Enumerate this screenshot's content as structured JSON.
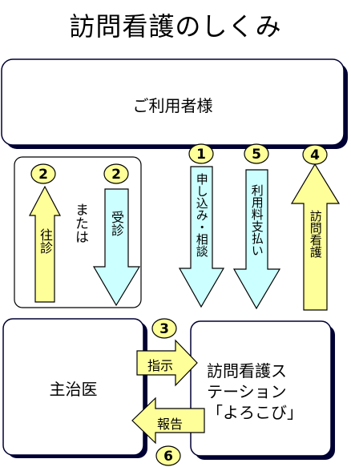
{
  "title": "訪問看護のしくみ",
  "user_box": {
    "label": "ご利用者様"
  },
  "doctor_box": {
    "label": "主治医"
  },
  "station_box": {
    "lines": [
      "訪問看護ス",
      "テーション",
      "「よろこび」"
    ]
  },
  "left_group": {
    "middle_text": "または"
  },
  "arrows": {
    "visit": {
      "number": "2",
      "label": "往診"
    },
    "outpatient": {
      "number": "2",
      "label": "受診"
    },
    "apply": {
      "number": "1",
      "label": "申し込み・相談"
    },
    "payment": {
      "number": "5",
      "label": "利用料支払い"
    },
    "nursing": {
      "number": "4",
      "label": "訪問看護"
    },
    "instruction": {
      "number": "3",
      "label": "指示"
    },
    "report": {
      "number": "6",
      "label": "報告"
    }
  },
  "colors": {
    "yellow_fill": "#FFFF99",
    "cyan_fill": "#CCFFFF",
    "badge_fill": "#FFFF99",
    "box_border": "#000033"
  }
}
